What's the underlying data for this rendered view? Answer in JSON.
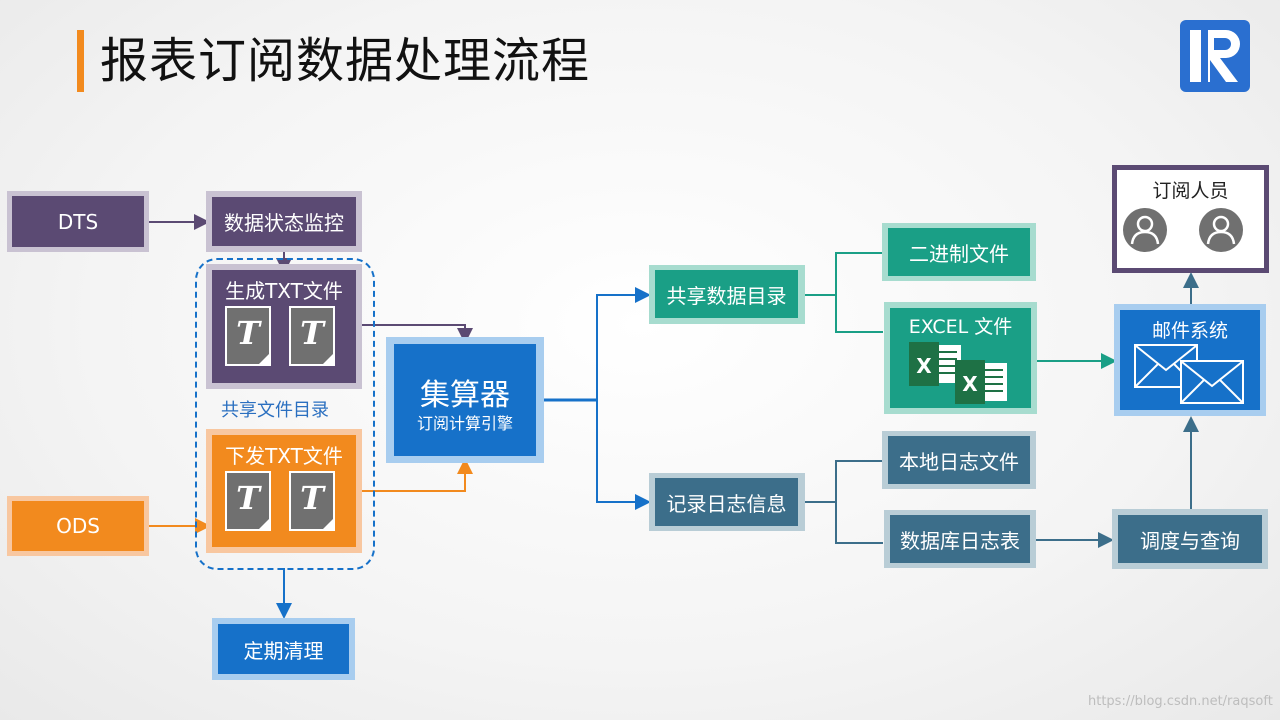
{
  "title": "报表订阅数据处理流程",
  "nodes": {
    "dts": "DTS",
    "ods": "ODS",
    "monitor": "数据状态监控",
    "gen_txt": "生成TXT文件",
    "issue_txt": "下发TXT文件",
    "shared_dir": "共享文件目录",
    "cleanup": "定期清理",
    "engine_title": "集算器",
    "engine_sub": "订阅计算引擎",
    "shared_data_dir": "共享数据目录",
    "log_info": "记录日志信息",
    "binary_file": "二进制文件",
    "excel_file": "EXCEL 文件",
    "local_log": "本地日志文件",
    "db_log": "数据库日志表",
    "schedule_query": "调度与查询",
    "mail_system": "邮件系统",
    "subscribers": "订阅人员"
  },
  "doc_glyph": "T",
  "excel_glyph": "X",
  "watermark": "https://blog.csdn.net/raqsoft",
  "colors": {
    "accent_orange": "#f28a1e",
    "purple": "#5b4a73",
    "blue": "#1671c9",
    "teal": "#1a9f86",
    "slate": "#3c6e8a"
  },
  "icons": [
    "t-document-icon",
    "excel-icon",
    "envelope-icon",
    "user-avatar-icon",
    "logo-icon"
  ]
}
